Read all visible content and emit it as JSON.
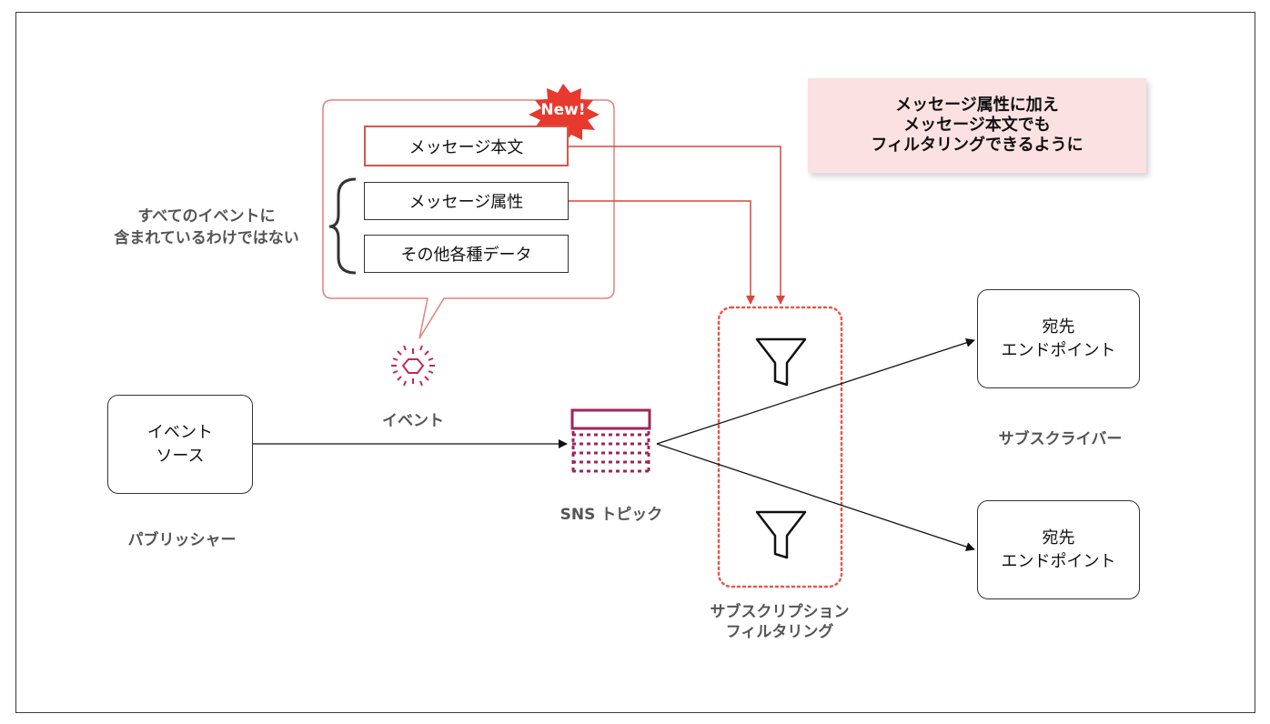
{
  "event_source": {
    "label": "イベント\nソース"
  },
  "publisher_label": "パブリッシャー",
  "event_icon": {
    "icon": "event-sparkle-icon",
    "label": "イベント",
    "color": "#c8255c"
  },
  "sns_topic": {
    "icon": "sns-topic-icon",
    "label": "SNS トピック",
    "color": "#a1245a"
  },
  "message": {
    "new_badge": "New!",
    "new_badge_color": "#e8392e",
    "fields": [
      {
        "label": "メッセージ本文",
        "highlight": true
      },
      {
        "label": "メッセージ属性",
        "highlight": false
      },
      {
        "label": "その他各種データ",
        "highlight": false
      }
    ],
    "note": "すべてのイベントに\n含まれているわけではない",
    "bubble_color": "#e3807a"
  },
  "filtering": {
    "label": "サブスクリプション\nフィルタリング",
    "border_color": "#e8574d",
    "filters": [
      {
        "icon": "filter-funnel-icon"
      },
      {
        "icon": "filter-funnel-icon"
      }
    ]
  },
  "endpoints": [
    {
      "label": "宛先\nエンドポイント"
    },
    {
      "label": "宛先\nエンドポイント"
    }
  ],
  "subscriber_label": "サブスクライバー",
  "callout": {
    "text": "メッセージ属性に加え\nメッセージ本文でも\nフィルタリングできるように",
    "bg": "#fbe1e1"
  },
  "colors": {
    "arrow_red": "#d9473f",
    "line": "#111111"
  }
}
